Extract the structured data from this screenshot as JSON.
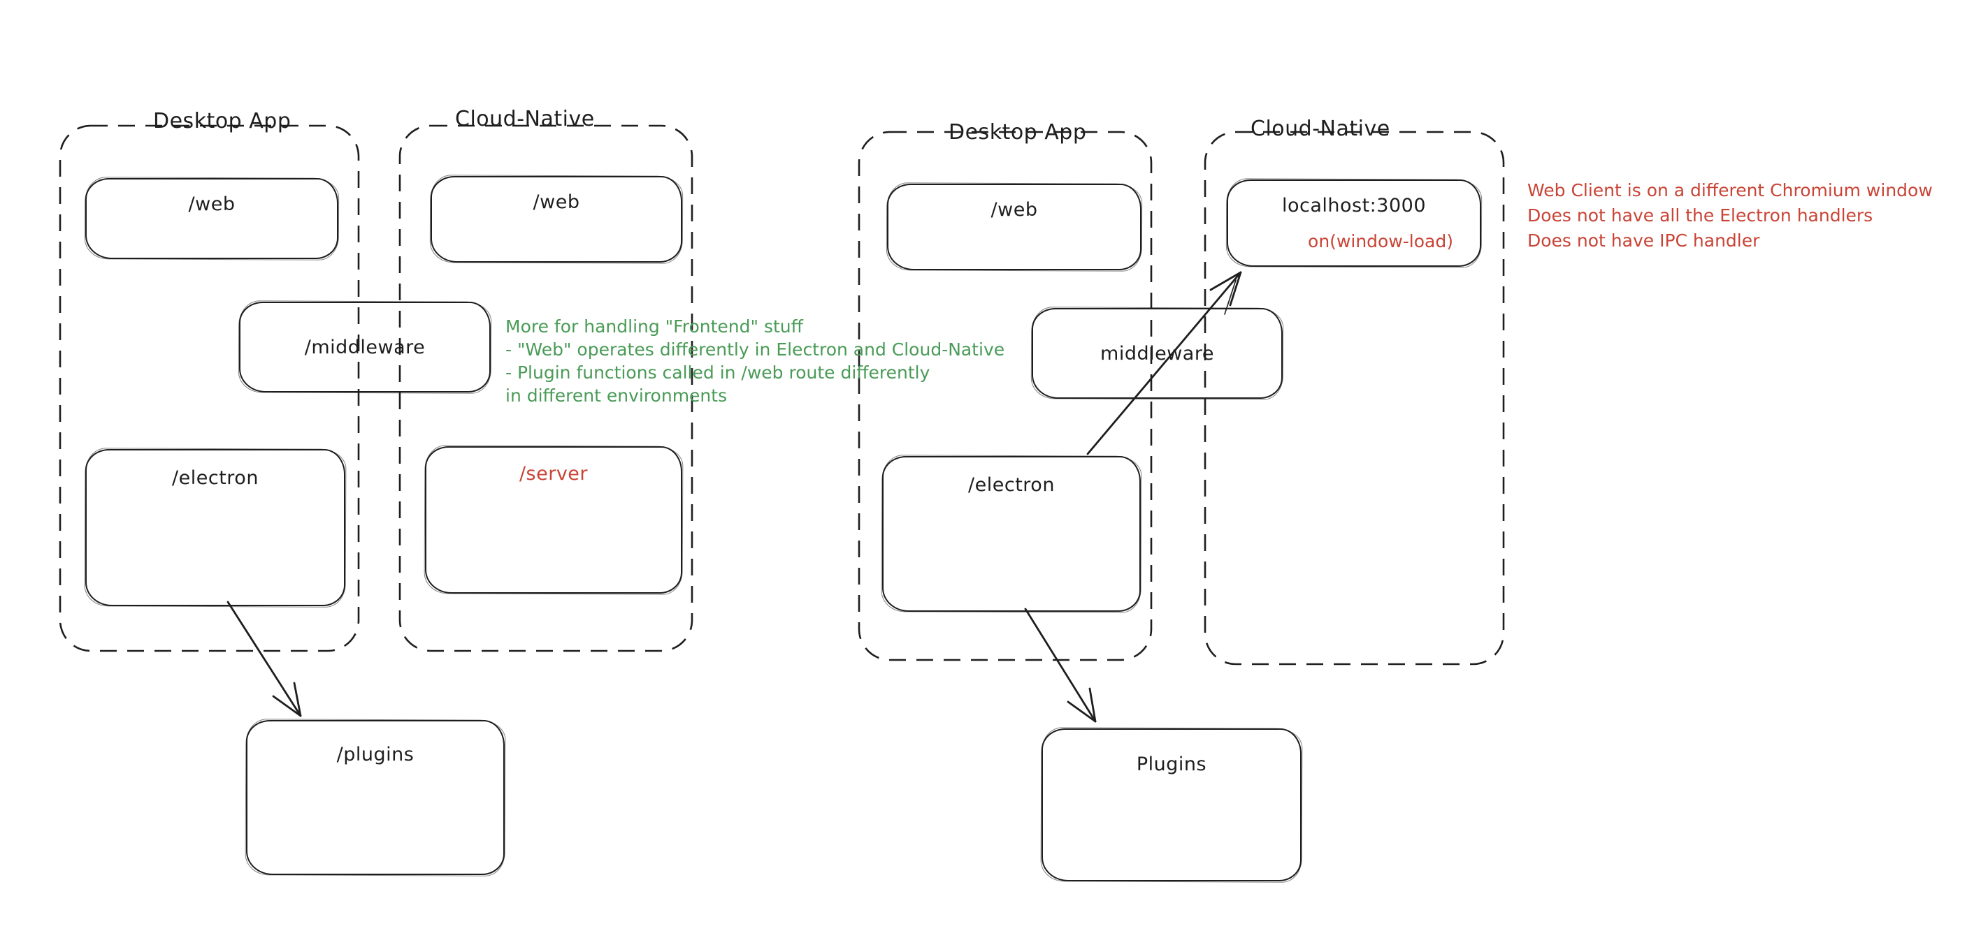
{
  "canvas": {
    "background": "#ffffff",
    "ink_color": "#1e1e1e",
    "red_color": "#c94436",
    "green_color": "#4a9b57"
  },
  "left_diagram": {
    "desktop_title": "Desktop App",
    "cloud_title": "Cloud-Native",
    "boxes": {
      "web_desktop": "/web",
      "middleware": "/middleware",
      "electron": "/electron",
      "web_cloud": "/web",
      "server": "/server",
      "plugins": "/plugins"
    },
    "green_note": {
      "lines": [
        "More for handling \"Frontend\" stuff",
        "- \"Web\" operates differently in Electron and Cloud-Native",
        "- Plugin functions called in /web route differently",
        "in different environments"
      ]
    }
  },
  "right_diagram": {
    "desktop_title": "Desktop App",
    "cloud_title": "Cloud-Native",
    "boxes": {
      "web_desktop": "/web",
      "middleware": "middleware",
      "electron": "/electron",
      "localhost": "localhost:3000",
      "localhost_event": "on(window-load)",
      "plugins": "Plugins"
    },
    "red_note": {
      "lines": [
        "Web Client is on a different Chromium window",
        "Does not have all the Electron handlers",
        "Does not have IPC handler"
      ]
    }
  }
}
